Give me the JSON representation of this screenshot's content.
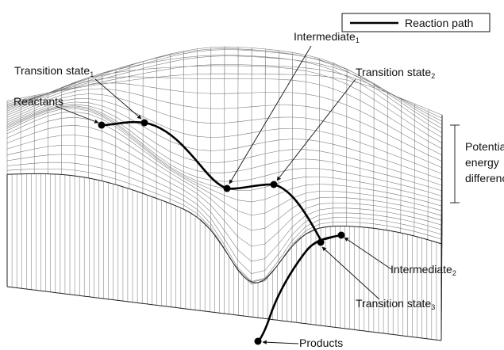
{
  "legend": {
    "label": "Reaction path"
  },
  "labels": {
    "reactants": "Reactants",
    "transition_state_1": {
      "text": "Transition state",
      "sub": "1"
    },
    "intermediate_1": {
      "text": "Intermediate",
      "sub": "1"
    },
    "transition_state_2": {
      "text": "Transition state",
      "sub": "2"
    },
    "intermediate_2": {
      "text": "Intermediate",
      "sub": "2"
    },
    "transition_state_3": {
      "text": "Transition state",
      "sub": "3"
    },
    "products": "Products",
    "potential_energy": [
      "Potential",
      "energy",
      "difference"
    ]
  },
  "colors": {
    "path": "#000000",
    "mesh": "#777777",
    "text": "#111111"
  }
}
